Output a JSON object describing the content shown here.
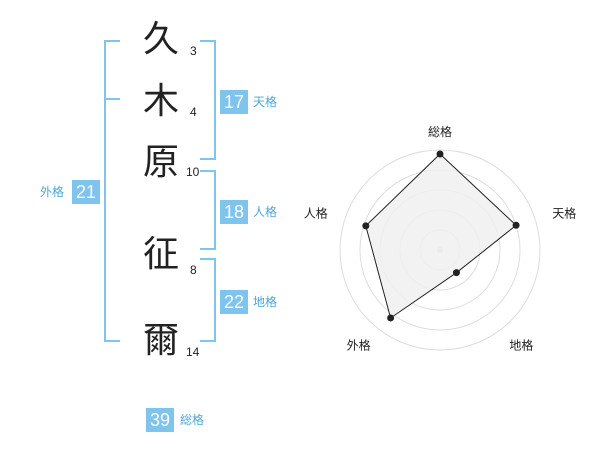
{
  "name": {
    "characters": [
      {
        "char": "久",
        "strokes": "3"
      },
      {
        "char": "木",
        "strokes": "4"
      },
      {
        "char": "原",
        "strokes": "10"
      },
      {
        "char": "征",
        "strokes": "8"
      },
      {
        "char": "爾",
        "strokes": "14"
      }
    ]
  },
  "fortunes": {
    "tenkaku": {
      "value": "17",
      "label": "天格"
    },
    "jinkaku": {
      "value": "18",
      "label": "人格"
    },
    "chikaku": {
      "value": "22",
      "label": "地格"
    },
    "gaikaku": {
      "value": "21",
      "label": "外格"
    },
    "soukaku": {
      "value": "39",
      "label": "総格"
    }
  },
  "colors": {
    "accent": "#7ec4ec",
    "accent_text": "#4aa8dc",
    "radar_fill": "#f0f0f0",
    "radar_line": "#222222",
    "ring": "#dddddd"
  },
  "chart_data": {
    "type": "radar",
    "axes": [
      "総格",
      "天格",
      "地格",
      "外格",
      "人格"
    ],
    "values": [
      4.8,
      4.0,
      1.4,
      4.2,
      3.9
    ],
    "max": 5,
    "rings": 5
  }
}
